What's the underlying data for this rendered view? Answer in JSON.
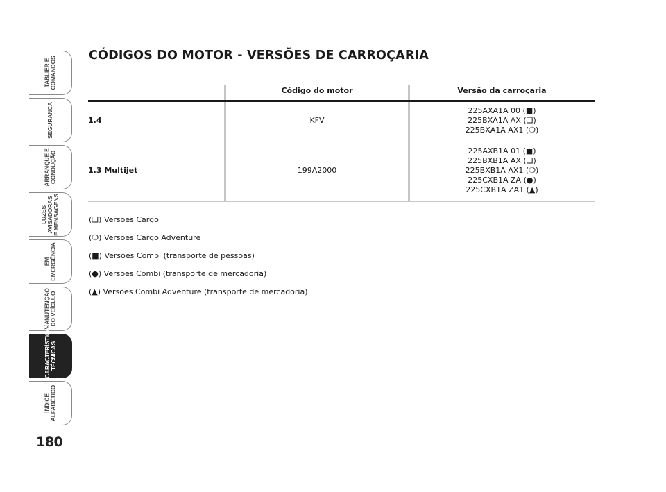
{
  "side_tabs": [
    {
      "label": "TABLIER E\nCOMANDOS",
      "active": false
    },
    {
      "label": "SEGURANÇA",
      "active": false
    },
    {
      "label": "ARRANQUE E\nCONDUÇÃO",
      "active": false
    },
    {
      "label": "LUZES\nAVISADORAS\nE MENSAGENS",
      "active": false
    },
    {
      "label": "EM\nEMERGÊNCIA",
      "active": false
    },
    {
      "label": "MANUTENÇÃO\nDO VEÍCULO",
      "active": false
    },
    {
      "label": "CARACTERÍSTICAS\nTÉCNICAS",
      "active": true
    },
    {
      "label": "ÍNDICE\nALFABÉTICO",
      "active": false
    }
  ],
  "page_number": "180",
  "title": "CÓDIGOS DO MOTOR - VERSÕES DE CARROÇARIA",
  "table": {
    "headers": {
      "engine": "",
      "code": "Código do motor",
      "body": "Versão da carroçaria"
    },
    "rows": [
      {
        "engine": "1.4",
        "code": "KFV",
        "body": [
          "225AXA1A 00 (■)",
          "225BXA1A AX (❑)",
          "225BXA1A AX1 (❍)"
        ]
      },
      {
        "engine": "1.3 Multijet",
        "code": "199A2000",
        "body": [
          "225AXB1A 01 (■)",
          "225BXB1A AX (❑)",
          "225BXB1A AX1 (❍)",
          "225CXB1A ZA (●)",
          "225CXB1A ZA1 (▲)"
        ]
      }
    ]
  },
  "legend": [
    "(❑) Versões Cargo",
    "(❍) Versões Cargo Adventure",
    "(■) Versões Combi (transporte de pessoas)",
    "(●) Versões Combi (transporte de mercadoria)",
    "(▲) Versões Combi Adventure (transporte de mercadoria)"
  ]
}
